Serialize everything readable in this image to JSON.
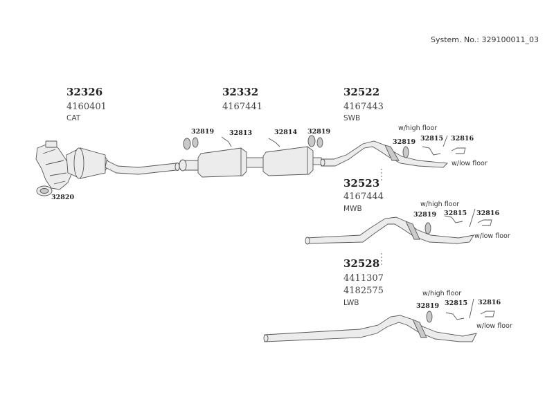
{
  "system_number": "System. No.: 329100011_03",
  "groups": {
    "cat": {
      "part_no": "32326",
      "oem": "4160401",
      "variant": "CAT",
      "clamp": "32820"
    },
    "middle": {
      "part_no": "32332",
      "oem": "4167441",
      "mounts": [
        "32819",
        "32813",
        "32814",
        "32819"
      ]
    },
    "swb": {
      "part_no": "32522",
      "oem": "4167443",
      "variant": "SWB",
      "mount": "32819",
      "bracket_a": "32815",
      "bracket_b": "32816",
      "high_floor": "w/high floor",
      "low_floor": "w/low floor"
    },
    "mwb": {
      "part_no": "32523",
      "oem": "4167444",
      "variant": "MWB",
      "mount": "32819",
      "bracket_a": "32815",
      "bracket_b": "32816",
      "high_floor": "w/high floor",
      "low_floor": "w/low floor"
    },
    "lwb": {
      "part_no": "32528",
      "oem": "4411307",
      "oem_alt": "4182575",
      "variant": "LWB",
      "mount": "32819",
      "bracket_a": "32815",
      "bracket_b": "32816",
      "high_floor": "w/high floor",
      "low_floor": "w/low floor"
    }
  }
}
